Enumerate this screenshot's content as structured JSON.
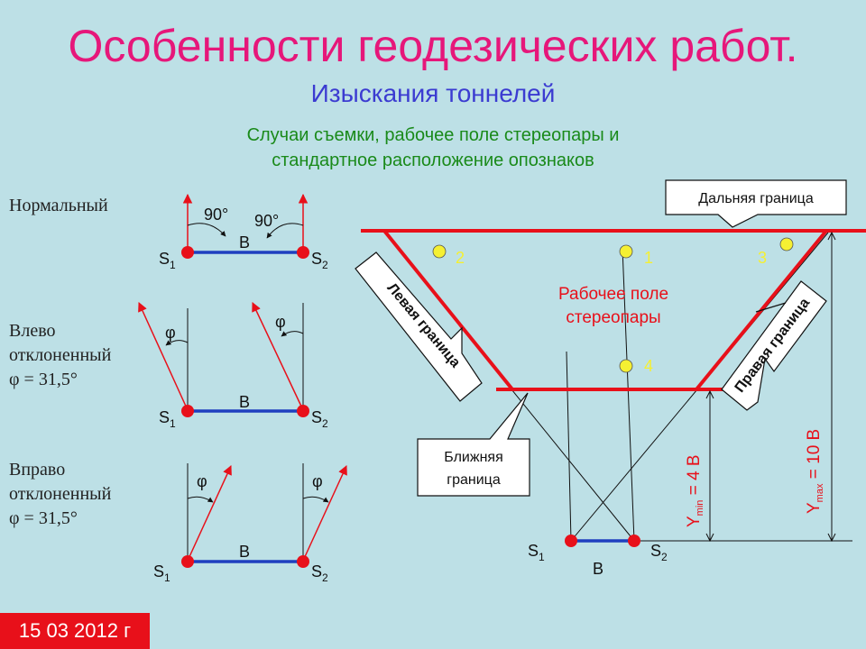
{
  "title": "Особенности геодезических работ.",
  "subtitle": "Изыскания тоннелей",
  "caption_line1": "Случаи съемки, рабочее поле стереопары и",
  "caption_line2": "стандартное расположение опознаков",
  "cases": {
    "normal": {
      "label": "Нормальный",
      "angle1": "90°",
      "angle2": "90°"
    },
    "left": {
      "label_line1": "Влево",
      "label_line2": "отклоненный",
      "formula": "φ = 31,5°",
      "phi": "φ"
    },
    "right": {
      "label_line1": "Вправо",
      "label_line2": "отклоненный",
      "formula": "φ = 31,5°",
      "phi": "φ"
    }
  },
  "labels": {
    "S": "S",
    "sub1": "1",
    "sub2": "2",
    "base": "B"
  },
  "field": {
    "far_boundary": "Дальняя граница",
    "near_boundary_line1": "Ближняя",
    "near_boundary_line2": "граница",
    "left_boundary": "Левая граница",
    "right_boundary": "Правая граница",
    "work_field_line1": "Рабочее поле",
    "work_field_line2": "стереопары",
    "points": [
      "2",
      "1",
      "3",
      "4"
    ],
    "ymin_prefix": "Y",
    "ymin_sub": "min",
    "ymin_value": " = 4 B",
    "ymax_prefix": "Y",
    "ymax_sub": "max",
    "ymax_value": " = 10 B"
  },
  "date": "15 03 2012 г",
  "colors": {
    "title": "#e6177a",
    "subtitle": "#3b3bd1",
    "caption": "#1a8a1a",
    "red": "#e8101a",
    "blue": "#1f3fbf",
    "yellow": "#f5f032"
  }
}
